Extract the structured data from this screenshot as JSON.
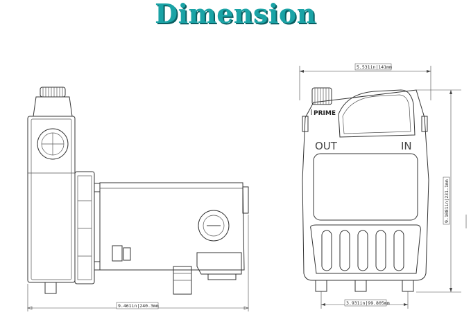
{
  "title": "Dimension",
  "dimensions": {
    "length": "9.461in|240.3mm",
    "width": "5.531in|141mm",
    "height": "9.1081in|231.1mm",
    "feet_spacing": "3.931in|99.805mm"
  },
  "labels": {
    "prime": "PRIME",
    "out": "OUT",
    "in": "IN"
  }
}
